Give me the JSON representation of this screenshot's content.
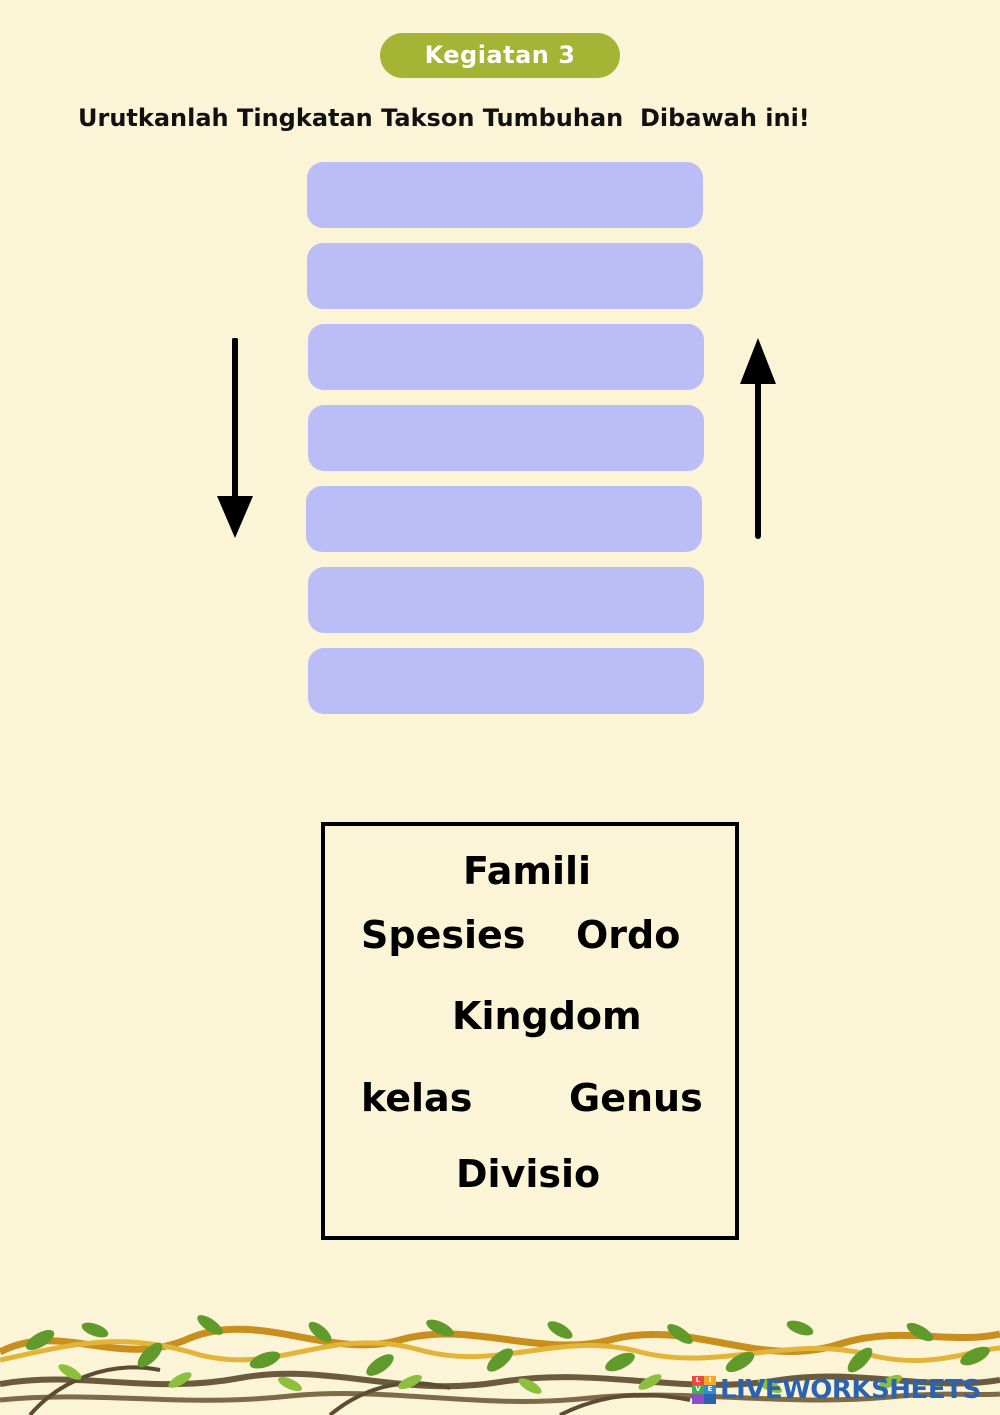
{
  "header": {
    "label": "Kegiatan 3",
    "color": "#a4b535"
  },
  "instruction": "Urutkanlah Tingkatan Takson Tumbuhan  Dibawah ini!",
  "answer_slots": {
    "count": 7,
    "color": "#bbbdf7"
  },
  "arrows": {
    "left": "arrow-down-icon",
    "right": "arrow-up-icon"
  },
  "word_bank": {
    "words": [
      "Famili",
      "Spesies",
      "Ordo",
      "Kingdom",
      "kelas",
      "Genus",
      "Divisio"
    ]
  },
  "footer": {
    "decoration": "jungle-vines",
    "watermark": "LIVEWORKSHEETS",
    "watermark_color": "#2c63b0"
  }
}
